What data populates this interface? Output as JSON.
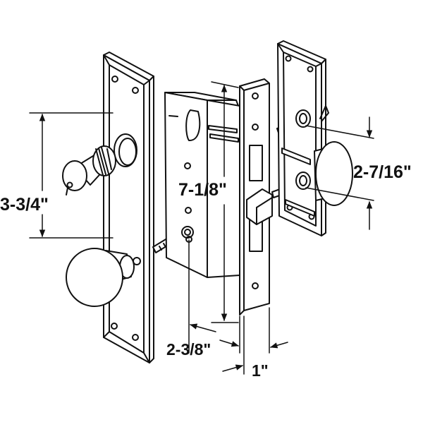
{
  "diagram": {
    "dimensions": {
      "height_left": "3-3/4\"",
      "height_center": "7-1/8\"",
      "spacing_right": "2-7/16\"",
      "backset": "2-3/8\"",
      "faceplate_width": "1\""
    },
    "colors": {
      "line": "#111111",
      "fill": "#ffffff"
    }
  }
}
